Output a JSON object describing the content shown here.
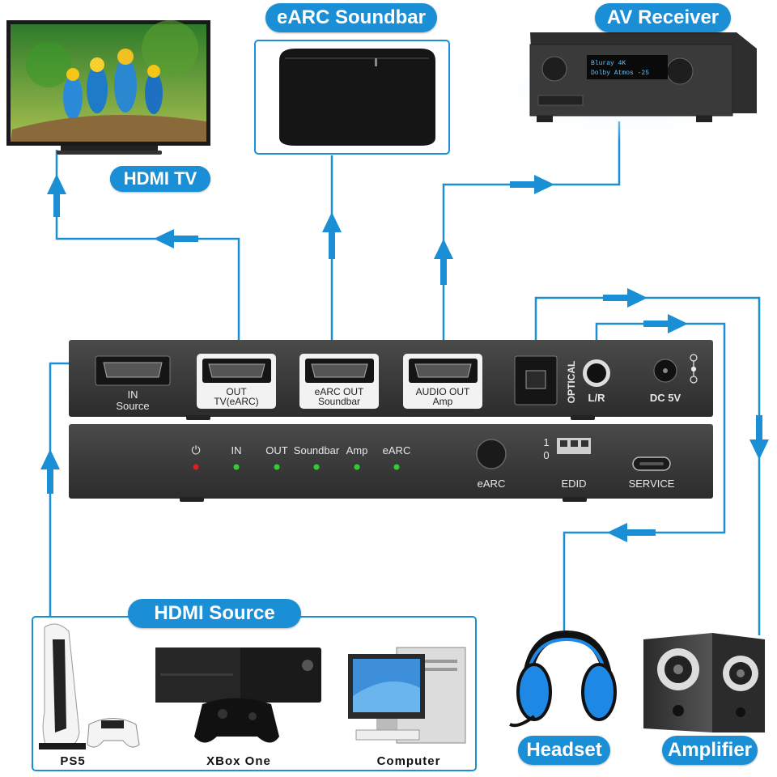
{
  "labels": {
    "hdmi_tv": "HDMI TV",
    "earc_soundbar": "eARC Soundbar",
    "av_receiver": "AV Receiver",
    "hdmi_source": "HDMI Source",
    "headset": "Headset",
    "amplifier": "Amplifier",
    "ps5": "PS5",
    "xbox": "XBox One",
    "computer": "Computer"
  },
  "receiver_display": {
    "line1": "Bluray    4K",
    "line2": "Dolby Atmos  -25"
  },
  "back_panel": {
    "in_line1": "IN",
    "in_line2": "Source",
    "out_line1": "OUT",
    "out_line2": "TV(eARC)",
    "earc_out_line1": "eARC OUT",
    "earc_out_line2": "Soundbar",
    "audio_out_line1": "AUDIO OUT",
    "audio_out_line2": "Amp",
    "optical": "OPTICAL",
    "lr": "L/R",
    "dc": "DC 5V"
  },
  "front_panel": {
    "power_symbol": "⏻",
    "leds": [
      "IN",
      "OUT",
      "Soundbar",
      "Amp",
      "eARC"
    ],
    "earc_button": "eARC",
    "edid_on": "1",
    "edid_off": "0",
    "edid": "EDID",
    "service": "SERVICE"
  },
  "colors": {
    "accent": "#1a8fd6",
    "led_red": "#e02020",
    "led_green": "#33cc33",
    "panel": "#3a3a3a"
  }
}
